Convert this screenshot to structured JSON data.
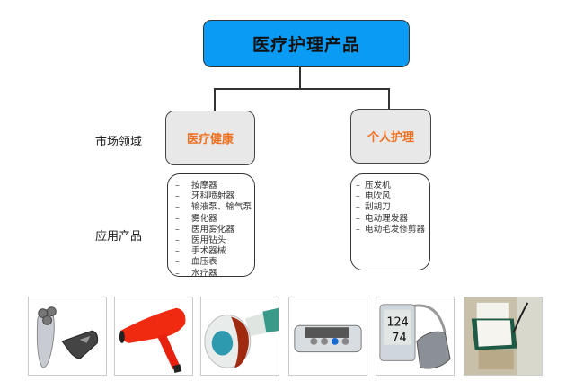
{
  "root": {
    "label": "医疗护理产品"
  },
  "row_labels": {
    "market": "市场领域",
    "products": "应用产品"
  },
  "categories": [
    {
      "label": "医疗健康",
      "items": [
        "按摩器",
        "牙科喷射器",
        "输液泵、输气泵",
        "雾化器",
        "医用雾化器",
        "医用钻头",
        "手术器械",
        "血压表",
        "水疗器"
      ]
    },
    {
      "label": "个人护理",
      "items": [
        "压发机",
        "电吹风",
        "刮胡刀",
        "电动理发器",
        "电动毛发修剪器"
      ]
    }
  ],
  "bullet": "–",
  "colors": {
    "root_fill": "#0a9cf5",
    "category_text": "#f07020",
    "category_fill": "#e8e8e8"
  },
  "photos": [
    {
      "name": "shaver-and-clipper"
    },
    {
      "name": "hair-dryer"
    },
    {
      "name": "massager"
    },
    {
      "name": "infusion-pump"
    },
    {
      "name": "blood-pressure-monitor",
      "readout": [
        "124",
        "74"
      ]
    },
    {
      "name": "examination-bed"
    }
  ]
}
